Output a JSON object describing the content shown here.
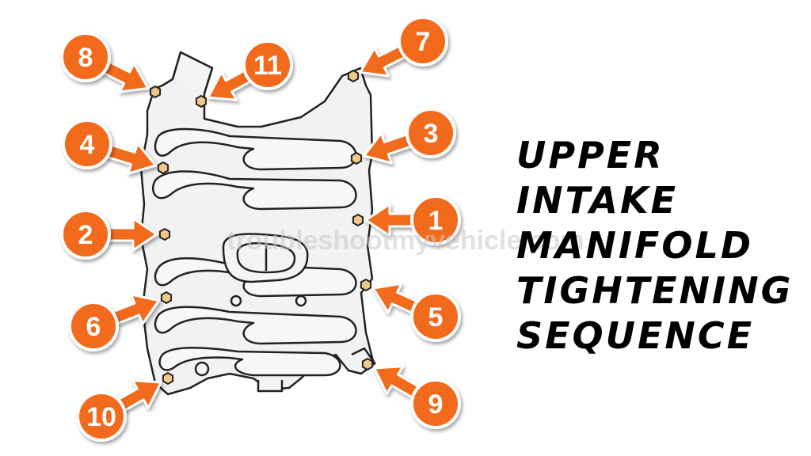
{
  "title_lines": [
    "UPPER",
    "INTAKE",
    "MANIFOLD",
    "TIGHTENING",
    "SEQUENCE"
  ],
  "watermark": "troubleshootmyvehicle.com",
  "callouts": [
    {
      "label": "1",
      "bolt": 1
    },
    {
      "label": "2",
      "bolt": 2
    },
    {
      "label": "3",
      "bolt": 3
    },
    {
      "label": "4",
      "bolt": 4
    },
    {
      "label": "5",
      "bolt": 5
    },
    {
      "label": "6",
      "bolt": 6
    },
    {
      "label": "7",
      "bolt": 7
    },
    {
      "label": "8",
      "bolt": 8
    },
    {
      "label": "9",
      "bolt": 9
    },
    {
      "label": "10",
      "bolt": 10
    },
    {
      "label": "11",
      "bolt": 11
    }
  ],
  "colors": {
    "callout": "#F26A1B",
    "outline": "#222222",
    "manifold_fill": "#F2F2F2",
    "bolt": "#F0C98A"
  }
}
